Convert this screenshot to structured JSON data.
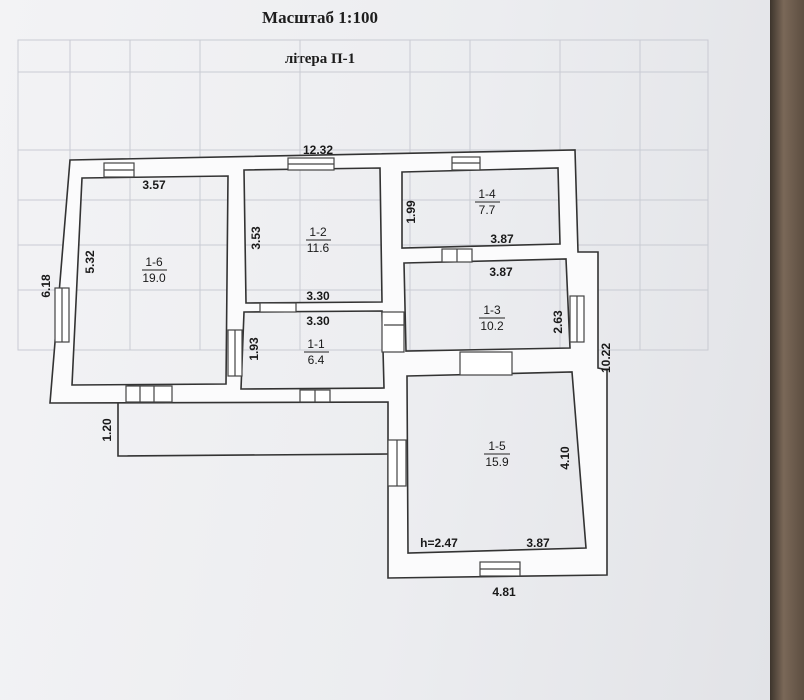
{
  "header": {
    "scale": "Масштаб 1:100",
    "litera": "літера П-1"
  },
  "dimensions": {
    "total_width": "12.32",
    "total_height": "6.18",
    "right_height": "10.22",
    "bottom_width": "4.81",
    "porch_depth": "1.20",
    "r16_width": "3.57",
    "r16_height": "5.32",
    "r12_height": "3.53",
    "r12_width": "3.30",
    "r11_width": "3.30",
    "r11_height": "1.93",
    "r14_height": "1.99",
    "r14_width": "3.87",
    "r13_width": "3.87",
    "r13_height": "2.63",
    "r15_height": "4.10",
    "r15_width": "3.87",
    "ceiling_height": "h=2.47"
  },
  "rooms": {
    "r16": {
      "id": "1-6",
      "area": "19.0"
    },
    "r12": {
      "id": "1-2",
      "area": "11.6"
    },
    "r11": {
      "id": "1-1",
      "area": "6.4"
    },
    "r14": {
      "id": "1-4",
      "area": "7.7"
    },
    "r13": {
      "id": "1-3",
      "area": "10.2"
    },
    "r15": {
      "id": "1-5",
      "area": "15.9"
    }
  },
  "colors": {
    "wall": "#3a3a3a",
    "ink": "#1a1a1a",
    "paper": "#efeff2"
  }
}
